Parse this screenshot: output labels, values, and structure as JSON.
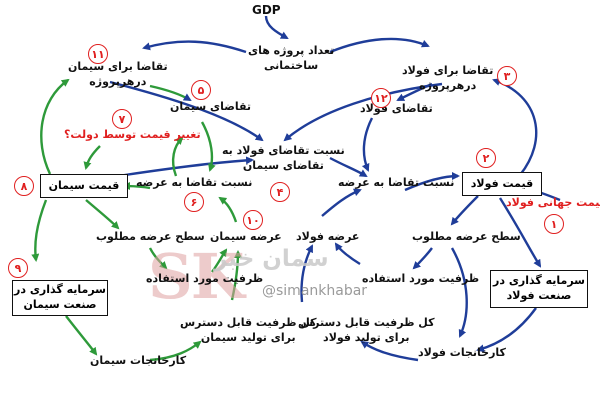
{
  "watermark": {
    "big": "SK",
    "persian": "سمان خبر",
    "handle": "@simankhabar"
  },
  "nodes": {
    "gdp": "GDP",
    "construction_projects": "تعداد پروژه های\nساختمانی",
    "cement_demand_per_project": "تقاضا برای سیمان\nدرهرپروژه",
    "cement_demand": "تقاضای سیمان",
    "steel_cement_ratio": "نسبت تقاضای فولاد به\nتقاضای سیمان",
    "steel_demand_per_project": "تقاضا برای فولاد\nدرهرپروژه",
    "steel_demand": "تقاضای فولاد",
    "gov_price": "تغییر قیمت توسط دولت؟",
    "cement_price": "قیمت سیمان",
    "cement_demand_supply_ratio": "نسبت تقاضا به عرضه",
    "steel_demand_supply_ratio": "نسبت تقاضا به عرضه",
    "steel_price": "قیمت فولاد",
    "world_steel_price": "قیمت جهانی فولاد",
    "cement_required_supply": "سطح عرضه مطلوب",
    "cement_supply": "عرضه سیمان",
    "steel_supply": "عرضه فولاد",
    "steel_required_supply": "سطح عرضه مطلوب",
    "cement_capacity_used": "ظرفیت مورد استفاده",
    "steel_capacity_used": "ظرفیت مورد استفاده",
    "cement_investment": "سرمایه گذاری در\nصنعت سیمان",
    "steel_investment": "سرمایه گذاری در\nصنعت فولاد",
    "cement_total_capacity": "کل ظرفیت قابل دسترس\nبرای تولید سیمان",
    "steel_total_capacity": "کل ظرفیت قابل دسترس\nبرای تولید فولاد",
    "cement_factories": "کارخانجات سیمان",
    "steel_factories": "کارخانجات فولاد"
  },
  "numbers": [
    "۱",
    "۲",
    "۳",
    "۴",
    "۵",
    "۶",
    "۷",
    "۸",
    "۹",
    "۱۰",
    "۱۱",
    "۱۲"
  ],
  "colors": {
    "blue": "#1f3d99",
    "green": "#2e9a3a",
    "red": "#e02020"
  }
}
